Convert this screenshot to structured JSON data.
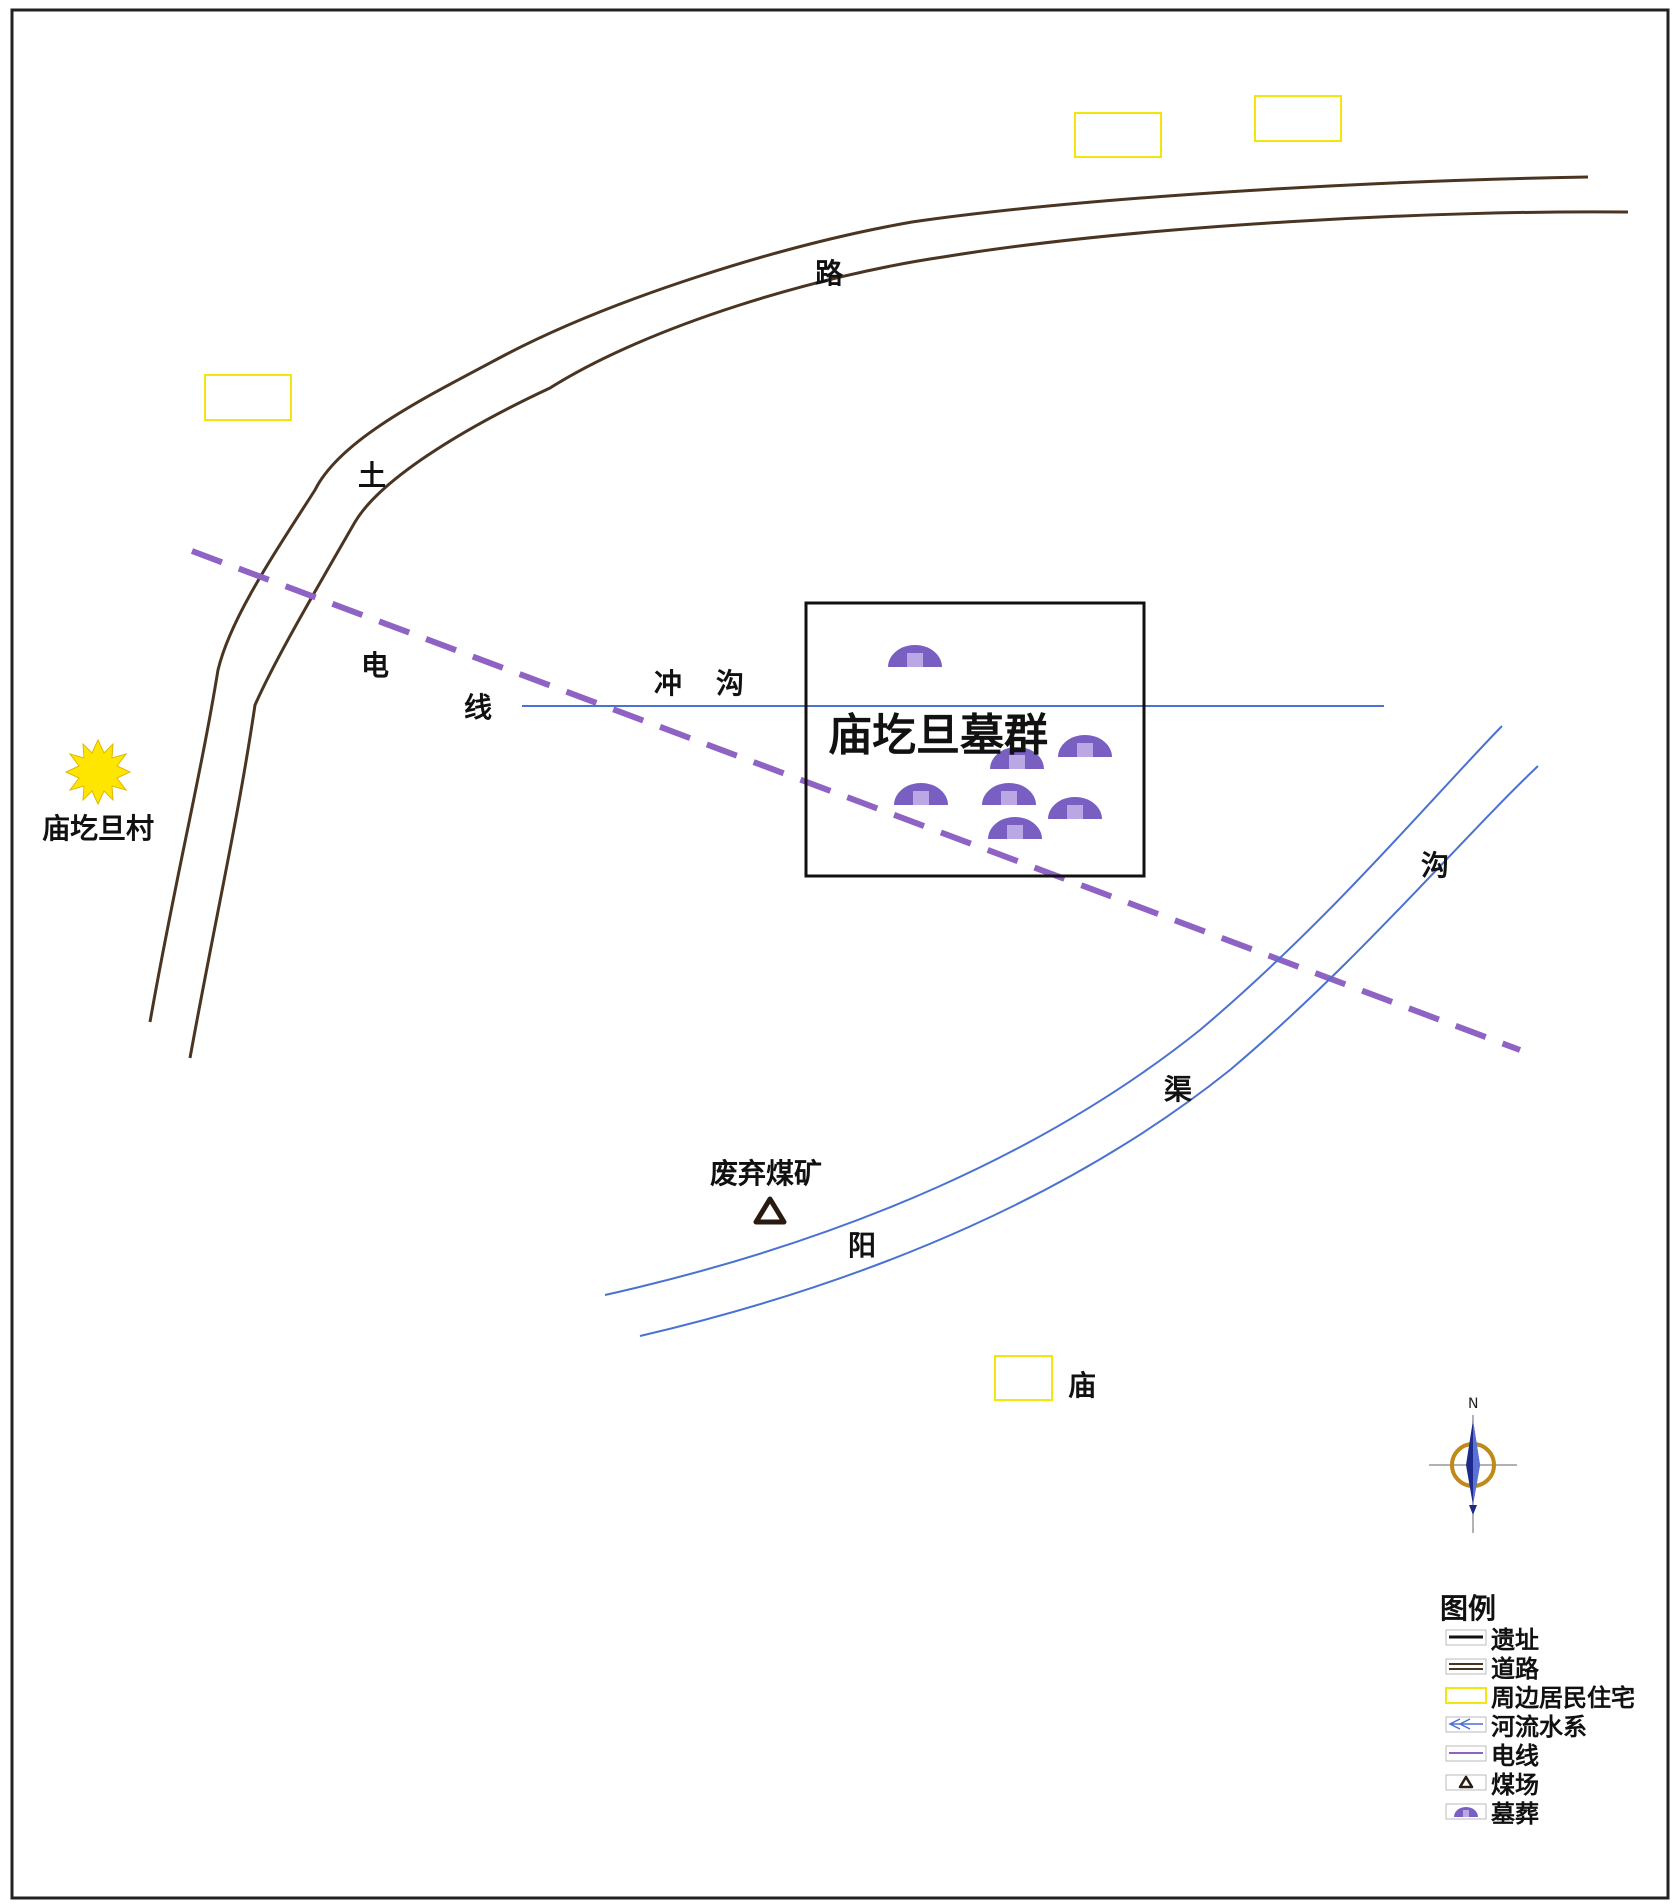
{
  "map": {
    "site_label": "庙圪旦墓群",
    "village_label": "庙圪旦村",
    "mine_label": "废弃煤矿",
    "temple_label": "庙",
    "road_chars": [
      "路",
      "土"
    ],
    "powerline_chars": [
      "电",
      "线"
    ],
    "gully_label_chars": [
      "冲",
      "沟"
    ],
    "canal_chars": [
      "沟",
      "渠",
      "阳"
    ],
    "compass_label": "N"
  },
  "legend": {
    "title": "图例",
    "items": [
      {
        "label": "遗址",
        "symbol": "site-boundary"
      },
      {
        "label": "道路",
        "symbol": "road"
      },
      {
        "label": "周边居民住宅",
        "symbol": "residence"
      },
      {
        "label": "河流水系",
        "symbol": "river"
      },
      {
        "label": "电线",
        "symbol": "power-line"
      },
      {
        "label": "煤场",
        "symbol": "coal-yard"
      },
      {
        "label": "墓葬",
        "symbol": "tomb"
      }
    ]
  },
  "colors": {
    "road": "#4a3422",
    "residence": "#f2e60c",
    "river": "#4a72d1",
    "power_line": "#8e63c4",
    "tomb": "#7a5fc2",
    "tomb_core": "#b9a8e3",
    "site_boundary": "#111111",
    "village_sun": "#ffe600"
  }
}
